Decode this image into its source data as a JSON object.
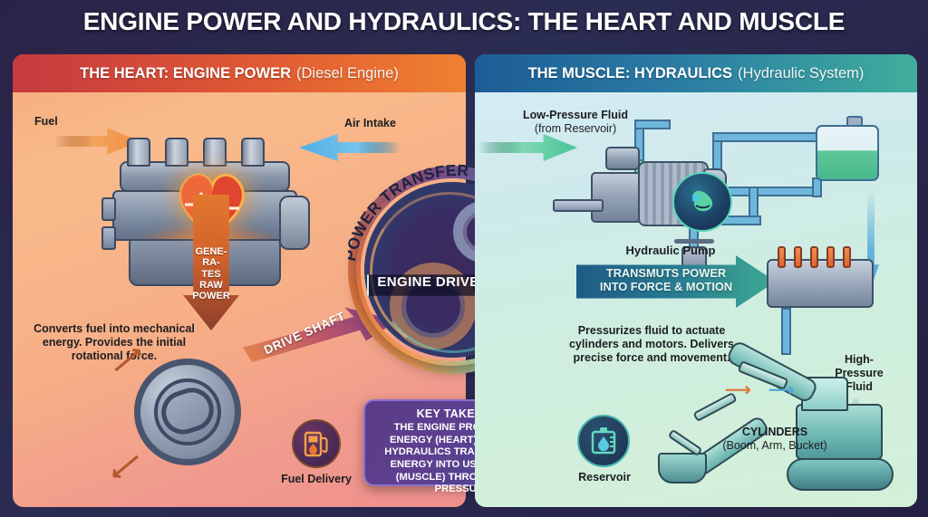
{
  "title": "ENGINE POWER AND HYDRAULICS: THE HEART AND MUSCLE",
  "panels": {
    "left": {
      "header_strong": "THE HEART: ENGINE POWER",
      "header_light": "(Diesel Engine)",
      "fuel_label": "Fuel",
      "air_label": "Air Intake",
      "generates_text": "GENE-\nRA-\nTES\nRAW\nPOWER",
      "generates_lines": [
        "GENE-",
        "RA-",
        "TES",
        "RAW",
        "POWER"
      ],
      "note": "Converts fuel into mechanical energy. Provides the initial rotational force.",
      "drive_shaft_label": "DRIVE SHAFT",
      "fuel_icon_label": "Fuel Delivery",
      "icons": [
        "heart-pulse-icon",
        "fuel-pump-icon",
        "flywheel-icon"
      ]
    },
    "right": {
      "header_strong": "THE MUSCLE: HYDRAULICS",
      "header_light": "(Hydraulic System)",
      "low_pressure_label": "Low-Pressure Fluid",
      "low_pressure_sub": "(from Reservoir)",
      "pump_label": "Hydraulic Pump",
      "transmits_line1": "TRANSMUTS POWER",
      "transmits_line2": "INTO FORCE & MOTION",
      "note": "Pressurizes fluid to actuate cylinders and motors. Delivers precise force and movement.",
      "high_pressure_label": "High-Pressure Fluid",
      "high_pressure_lines": [
        "High-",
        "Pressure",
        "Fluid"
      ],
      "cylinders_label": "CYLINDERS",
      "cylinders_sub": "(Boom, Arm, Bucket)",
      "reservoir_label": "Reservoir",
      "icons": [
        "muscle-arm-icon",
        "reservoir-tank-icon",
        "excavator-icon",
        "valve-bank-icon"
      ]
    }
  },
  "center": {
    "arc_label": "POWER TRANSFER & CONVERSION",
    "core_label": "ENGINE DRIVES PUMP",
    "icons": [
      "gear-icon",
      "gear-icon",
      "circular-arrow-icon"
    ]
  },
  "key_takeaway": {
    "title": "KEY TAKEAWAY:",
    "body": "THE ENGINE PROVIDES THE ENERGY (HEART), WHILE THE HYDRAULICS TRANSLATE THAT ENERGY INTO USEFUL WORK (MUSCLE) THROUGH FLUID PRESSURE."
  },
  "colors": {
    "background": "#2a2347",
    "left_panel_accent": "#e05a33",
    "right_panel_accent": "#2c7fa4",
    "heart_red": "#e8453c",
    "fuel_orange": "#f09040",
    "air_blue": "#4fb0e8",
    "fluid_green": "#49c498",
    "key_purple": "#5d4090"
  }
}
